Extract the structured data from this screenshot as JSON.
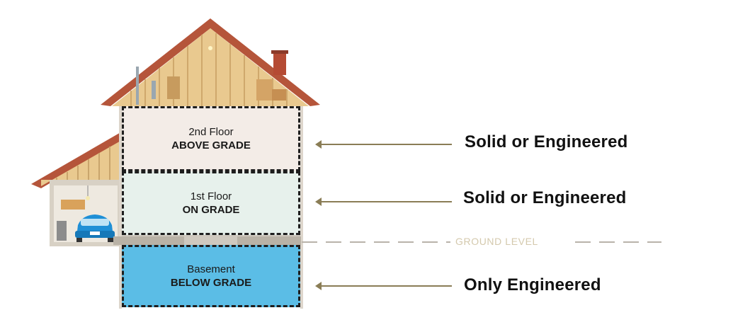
{
  "floors": [
    {
      "name": "2nd Floor",
      "grade": "ABOVE GRADE",
      "flooring": "Solid or Engineered"
    },
    {
      "name": "1st Floor",
      "grade": "ON GRADE",
      "flooring": "Solid or Engineered"
    },
    {
      "name": "Basement",
      "grade": "BELOW GRADE",
      "flooring": "Only Engineered"
    }
  ],
  "ground_label": "GROUND LEVEL",
  "colors": {
    "roof": "#b5553a",
    "attic_wood": "#e9c98f",
    "arrow": "#8a7d56",
    "basement_fill": "#5bbde6",
    "ground_text": "#d4c9ad"
  }
}
